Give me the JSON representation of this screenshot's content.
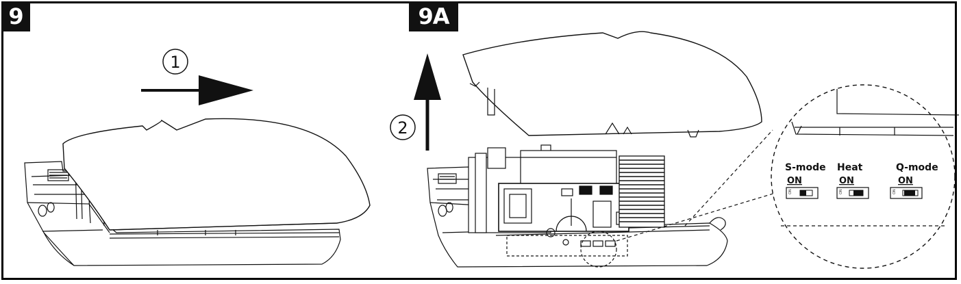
{
  "steps": {
    "left": "9",
    "right": "9A"
  },
  "callouts": {
    "slide": "1",
    "lift": "2"
  },
  "switches": [
    {
      "label": "S-mode",
      "state": "ON"
    },
    {
      "label": "Heat",
      "state": "ON"
    },
    {
      "label": "Q-mode",
      "state": "ON"
    }
  ],
  "colors": {
    "line": "#111111",
    "tag_bg": "#111111",
    "tag_text": "#ffffff"
  }
}
